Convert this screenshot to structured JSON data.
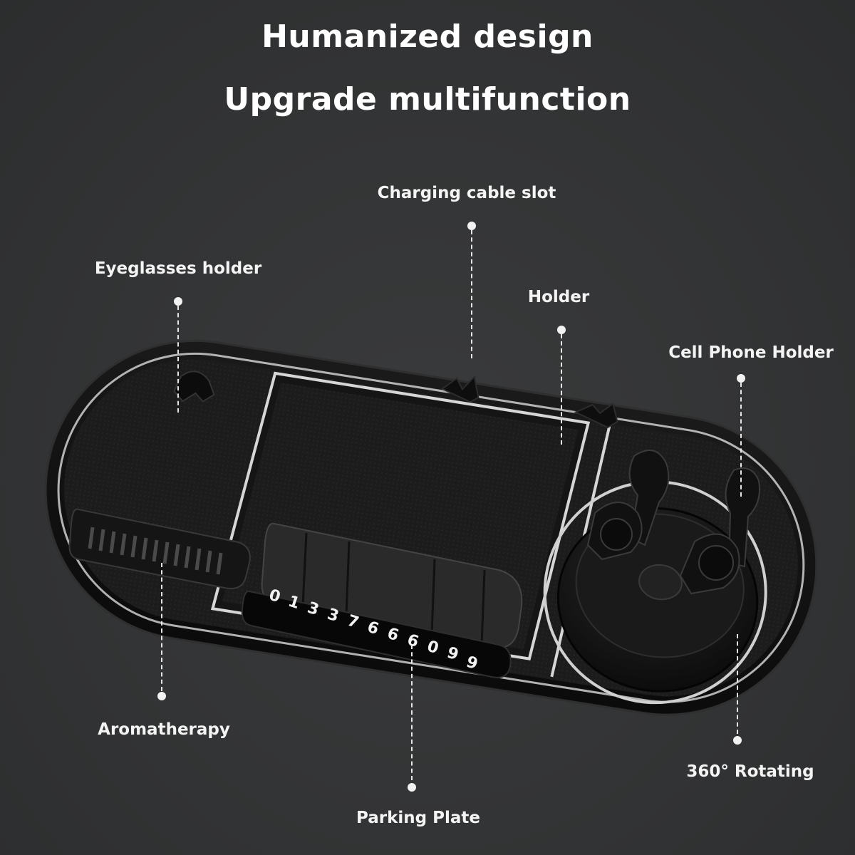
{
  "header": {
    "line1": "Humanized design",
    "line2": "Upgrade multifunction"
  },
  "callouts": [
    {
      "id": "charging-cable-slot",
      "label": "Charging cable slot"
    },
    {
      "id": "eyeglasses-holder",
      "label": "Eyeglasses holder"
    },
    {
      "id": "holder",
      "label": "Holder"
    },
    {
      "id": "cell-phone-holder",
      "label": "Cell Phone Holder"
    },
    {
      "id": "aromatherapy",
      "label": "Aromatherapy"
    },
    {
      "id": "parking-plate",
      "label": "Parking Plate"
    },
    {
      "id": "rotating",
      "label": "360° Rotating"
    }
  ],
  "parking_plate_digits": [
    "0",
    "1",
    "3",
    "3",
    "7",
    "6",
    "6",
    "6",
    "0",
    "9",
    "9"
  ],
  "colors": {
    "background": "#333435",
    "text": "#ffffff",
    "product_body": "#141414",
    "highlight_rim": "#d9d9d9"
  }
}
